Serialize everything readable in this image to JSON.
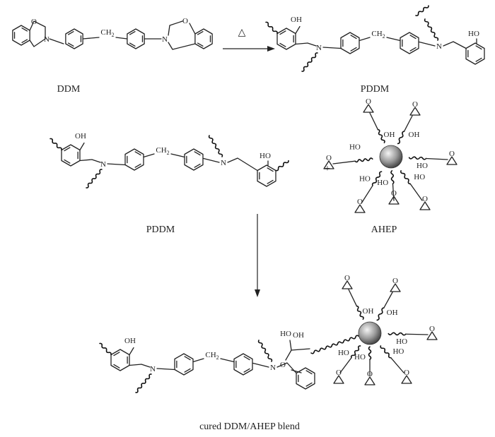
{
  "labels": {
    "ddm": "DDM",
    "pddm_top": "PDDM",
    "pddm_mid": "PDDM",
    "ahep": "AHEP",
    "cured_blend": "cured DDM/AHEP blend",
    "heat_symbol": "△"
  },
  "atoms": {
    "o": "O",
    "n": "N",
    "oh": "OH",
    "ho": "HO",
    "ch2": "CH",
    "sub2": "2",
    "plus": "+"
  },
  "colors": {
    "ink": "#222222",
    "sphere_light": "#f4f4f4",
    "sphere_dark": "#3a3a3a"
  }
}
